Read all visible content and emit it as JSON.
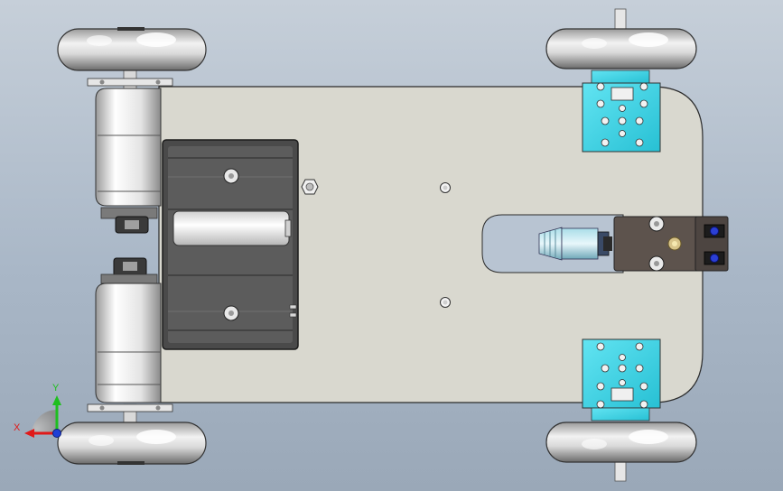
{
  "view": {
    "background_top": "#c6cfd9",
    "background_bottom": "#9aa8b8"
  },
  "chassis": {
    "color": "#d9d8cf",
    "outline": "#2b2b2b"
  },
  "components": {
    "wheels": [
      "front-left",
      "front-right",
      "rear-left",
      "rear-right"
    ],
    "motors": [
      "left-motor",
      "right-motor"
    ],
    "battery_holder": "battery-holder",
    "servo_brackets": [
      "top-bracket",
      "bottom-bracket"
    ],
    "sensor": "front-sensor-board",
    "bracket_color": "#39d4e6"
  },
  "triad": {
    "x_label": "X",
    "y_label": "Y",
    "x_color": "#e01919",
    "y_color": "#1fbf1f",
    "z_color": "#1f3fd6"
  }
}
